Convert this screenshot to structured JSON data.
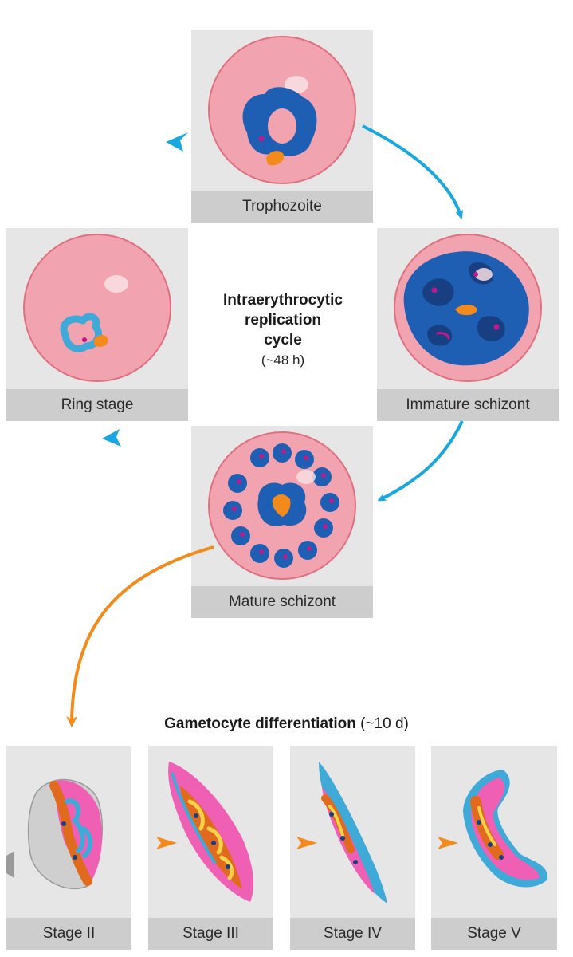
{
  "cycle": {
    "title_line1": "Intraerythrocytic",
    "title_line2": "replication",
    "title_line3": "cycle",
    "duration": "(~48 h)"
  },
  "stages": {
    "trophozoite": "Trophozoite",
    "ring": "Ring stage",
    "immature_schizont": "Immature schizont",
    "mature_schizont": "Mature schizont"
  },
  "gametocyte": {
    "heading_bold": "Gametocyte differentiation",
    "heading_rest": " (~10 d)",
    "stages": [
      "Stage II",
      "Stage III",
      "Stage IV",
      "Stage V"
    ]
  },
  "colors": {
    "cycle_arrow": "#1aa7e0",
    "gametocyte_arrow": "#f28a1c",
    "rbc_fill": "#f2a3b0",
    "parasite_blue": "#1e5fb4",
    "parasite_light_blue": "#3fa9d8",
    "nucleus_magenta": "#c0198c",
    "pigment_orange": "#f28a1c",
    "panel_bg": "#e6e6e6",
    "caption_bg": "#cdcdcd"
  }
}
